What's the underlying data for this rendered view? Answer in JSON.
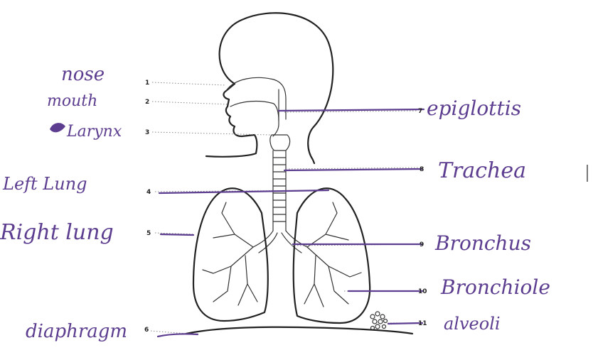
{
  "colors": {
    "ink": "#5c3d8f",
    "outline": "#222222"
  },
  "numbers": [
    "1",
    "2",
    "3",
    "4",
    "5",
    "6",
    "7",
    "8",
    "9",
    "10",
    "11"
  ],
  "labels": {
    "nose": "nose",
    "mouth": "mouth",
    "larynx": "Larynx",
    "left_lung": "Left Lung",
    "right_lung": "Right lung",
    "diaphragm": "diaphragm",
    "epiglottis": "epiglottis",
    "trachea": "Trachea",
    "bronchus": "Bronchus",
    "bronchiole": "Bronchiole",
    "alveoli": "alveoli"
  }
}
